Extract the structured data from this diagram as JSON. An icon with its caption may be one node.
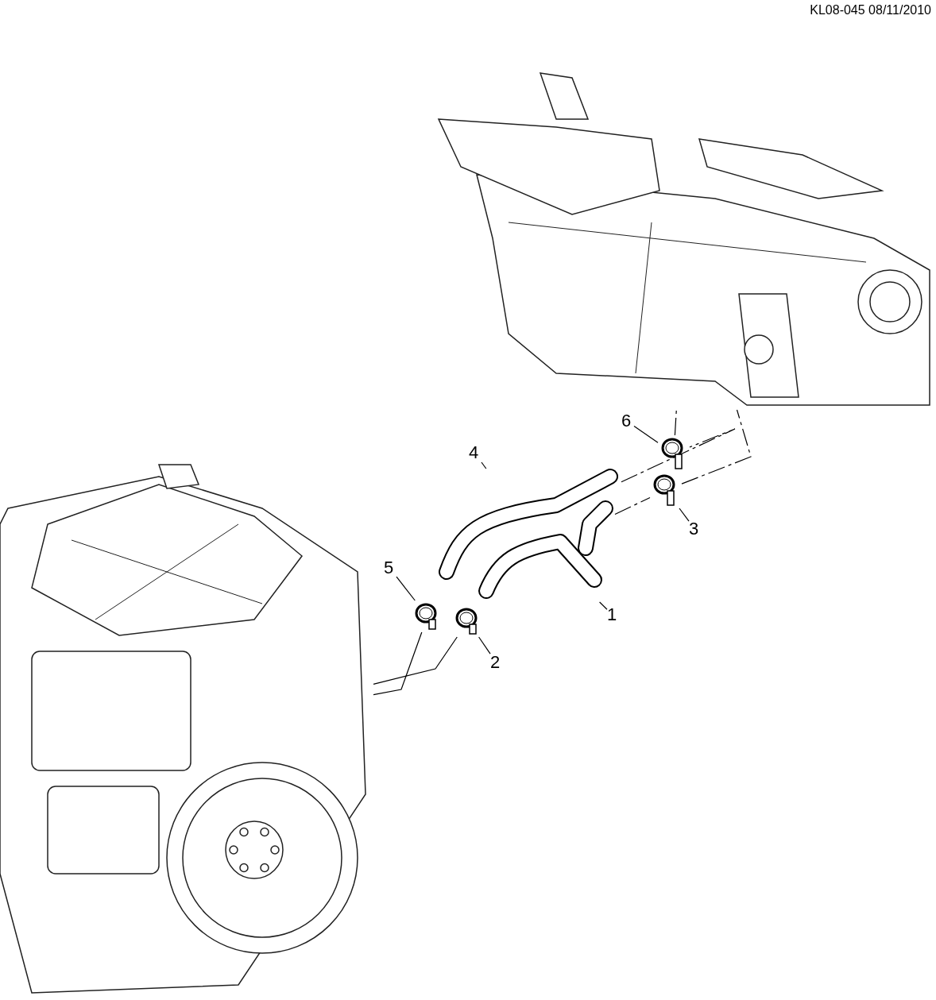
{
  "diagram": {
    "nodes": [
      {
        "text": [
          "1"
        ]
      },
      {
        "text": [],
        "shape": "picture"
      },
      {
        "text": [
          "2"
        ]
      },
      {
        "text": [],
        "shape": "picture"
      },
      {
        "text": [
          "3"
        ]
      },
      {
        "text": [],
        "shape": "picture"
      },
      {
        "text": [
          "4"
        ]
      },
      {
        "text": [],
        "shape": "picture"
      },
      {
        "text": [
          "5"
        ]
      },
      {
        "text": [],
        "shape": "picture"
      },
      {
        "text": [
          "6"
        ]
      },
      {
        "text": [],
        "shape": "picture"
      },
      {
        "text": [],
        "shape": "picture"
      },
      {
        "text": [],
        "shape": "picture"
      }
    ],
    "edges": [
      {
        "from": 0,
        "to": 1,
        "arrow": "none"
      },
      {
        "from": 2,
        "to": 3,
        "arrow": "none"
      },
      {
        "from": 4,
        "to": 5,
        "arrow": "none"
      },
      {
        "from": 6,
        "to": 7,
        "arrow": "none"
      },
      {
        "from": 8,
        "to": 9,
        "arrow": "none"
      },
      {
        "from": 10,
        "to": 11,
        "arrow": "none"
      },
      {
        "from": 7,
        "to": 11,
        "arrow": "none",
        "style": "dashed"
      },
      {
        "from": 11,
        "to": 13,
        "arrow": "none",
        "style": "dashed"
      },
      {
        "from": 1,
        "to": 5,
        "arrow": "none",
        "style": "dashed"
      },
      {
        "from": 5,
        "to": 13,
        "arrow": "none",
        "style": "dashed"
      },
      {
        "from": 9,
        "to": 12,
        "arrow": "none"
      },
      {
        "from": 3,
        "to": 12,
        "arrow": "none"
      }
    ],
    "labels": [
      "KL08-045 08/11/2010"
    ]
  }
}
